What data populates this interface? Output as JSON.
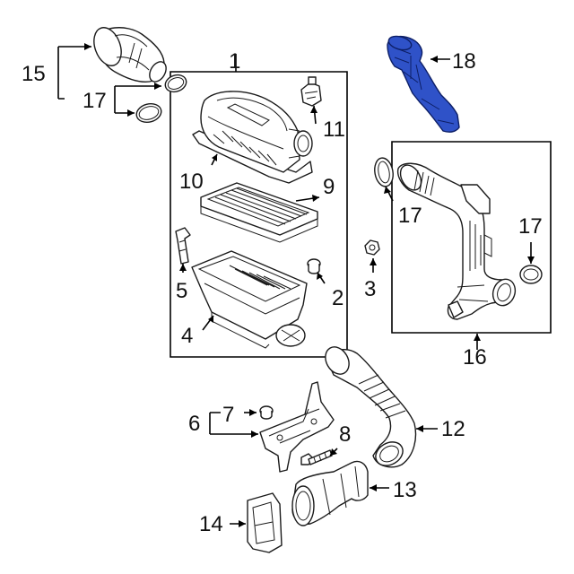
{
  "callouts": {
    "c1": "1",
    "c2": "2",
    "c3": "3",
    "c4": "4",
    "c5": "5",
    "c6": "6",
    "c7": "7",
    "c8": "8",
    "c9": "9",
    "c10": "10",
    "c11": "11",
    "c12": "12",
    "c13": "13",
    "c14": "14",
    "c15": "15",
    "c16": "16",
    "c17a": "17",
    "c17b": "17",
    "c17c": "17",
    "c18": "18"
  },
  "colors": {
    "highlight": "#2f52c8",
    "line": "#1a1a1a"
  }
}
